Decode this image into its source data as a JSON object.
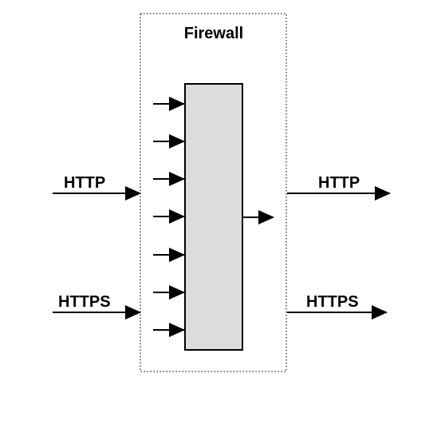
{
  "title": "Firewall",
  "inputs": [
    {
      "label": "HTTP"
    },
    {
      "label": "HTTPS"
    }
  ],
  "outputs": [
    {
      "label": "HTTP"
    },
    {
      "label": "HTTPS"
    }
  ],
  "internal_input_arrow_count": 7,
  "internal_output_arrow_count": 1,
  "colors": {
    "block_fill": "#dcdcdc",
    "stroke": "#000000",
    "boundary": "#444444",
    "background": "#ffffff"
  }
}
